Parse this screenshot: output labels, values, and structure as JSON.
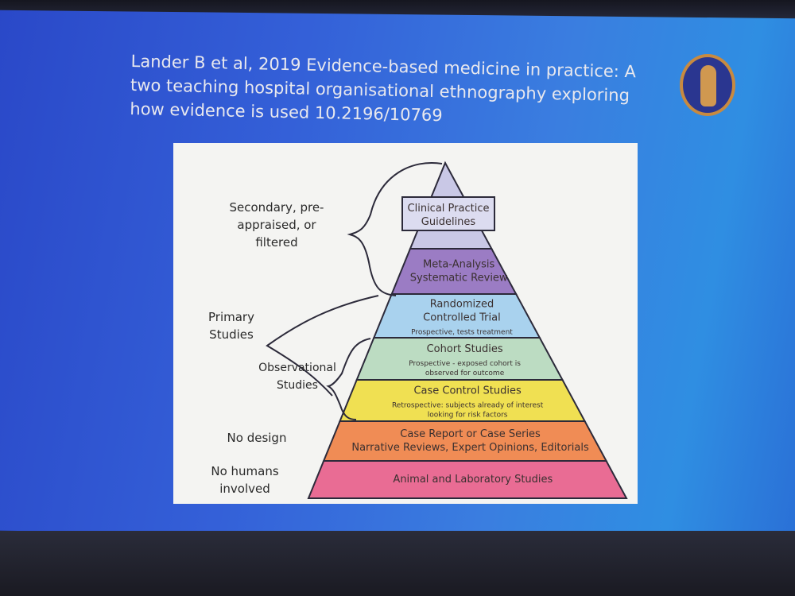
{
  "slide": {
    "title_lines": [
      "Lander B et al, 2019 Evidence-based medicine in practice: A",
      "two teaching hospital organisational ethnography exploring",
      "how evidence is used 10.2196/10769"
    ],
    "logo": "seal-logo"
  },
  "pyramid": {
    "top_box": [
      "Clinical Practice",
      "Guidelines"
    ],
    "bands": [
      {
        "title": [
          "Meta-Analysis",
          "Systematic Review"
        ],
        "sub": [],
        "color": "#9b7cc4"
      },
      {
        "title": [
          "Randomized",
          "Controlled Trial"
        ],
        "sub": [
          "Prospective, tests treatment"
        ],
        "color": "#a9d2ee"
      },
      {
        "title": [
          "Cohort Studies"
        ],
        "sub": [
          "Prospective - exposed cohort is",
          "observed for outcome"
        ],
        "color": "#bcdcc2"
      },
      {
        "title": [
          "Case Control Studies"
        ],
        "sub": [
          "Retrospective: subjects already of interest",
          "looking for risk factors"
        ],
        "color": "#f0e052"
      },
      {
        "title": [
          "Case Report or Case Series",
          "Narrative Reviews, Expert Opinions, Editorials"
        ],
        "sub": [],
        "color": "#f08c55"
      },
      {
        "title": [
          "Animal and Laboratory Studies"
        ],
        "sub": [],
        "color": "#e96c94"
      }
    ],
    "apex_color": "#c9c8e6"
  },
  "side_labels": {
    "secondary": [
      "Secondary, pre-",
      "appraised, or",
      "filtered"
    ],
    "primary": [
      "Primary",
      "Studies"
    ],
    "observational": [
      "Observational",
      "Studies"
    ],
    "no_design": "No design",
    "no_humans": [
      "No humans",
      "involved"
    ]
  }
}
